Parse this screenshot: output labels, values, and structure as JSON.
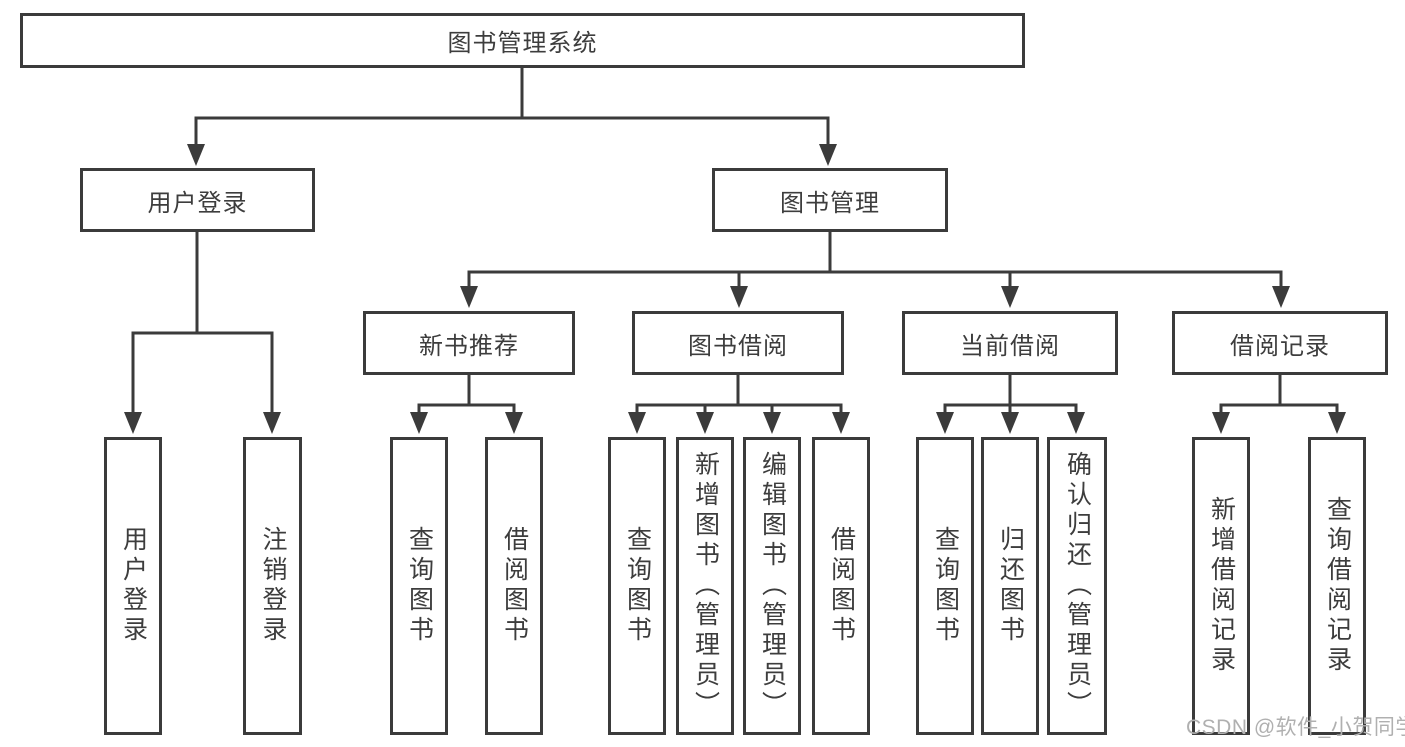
{
  "tree": {
    "root": {
      "label": "图书管理系统"
    },
    "level1": [
      {
        "label": "用户登录"
      },
      {
        "label": "图书管理"
      }
    ],
    "level2": [
      {
        "label": "新书推荐",
        "parent": "图书管理"
      },
      {
        "label": "图书借阅",
        "parent": "图书管理"
      },
      {
        "label": "当前借阅",
        "parent": "图书管理"
      },
      {
        "label": "借阅记录",
        "parent": "图书管理"
      }
    ],
    "leaves": [
      {
        "label": "用户登录",
        "parent": "用户登录"
      },
      {
        "label": "注销登录",
        "parent": "用户登录"
      },
      {
        "label": "查询图书",
        "parent": "新书推荐"
      },
      {
        "label": "借阅图书",
        "parent": "新书推荐"
      },
      {
        "label": "查询图书",
        "parent": "图书借阅"
      },
      {
        "label": "新增图书（管理员）",
        "parent": "图书借阅"
      },
      {
        "label": "编辑图书（管理员）",
        "parent": "图书借阅"
      },
      {
        "label": "借阅图书",
        "parent": "图书借阅"
      },
      {
        "label": "查询图书",
        "parent": "当前借阅"
      },
      {
        "label": "归还图书",
        "parent": "当前借阅"
      },
      {
        "label": "确认归还（管理员）",
        "parent": "当前借阅"
      },
      {
        "label": "新增借阅记录",
        "parent": "借阅记录"
      },
      {
        "label": "查询借阅记录",
        "parent": "借阅记录"
      }
    ]
  },
  "watermark": "CSDN @软件_小贺同学",
  "colors": {
    "line": "#3b3b3b",
    "text": "#3d3d3d",
    "box_fill": "#ffffff",
    "watermark": "#b0b0b0"
  }
}
